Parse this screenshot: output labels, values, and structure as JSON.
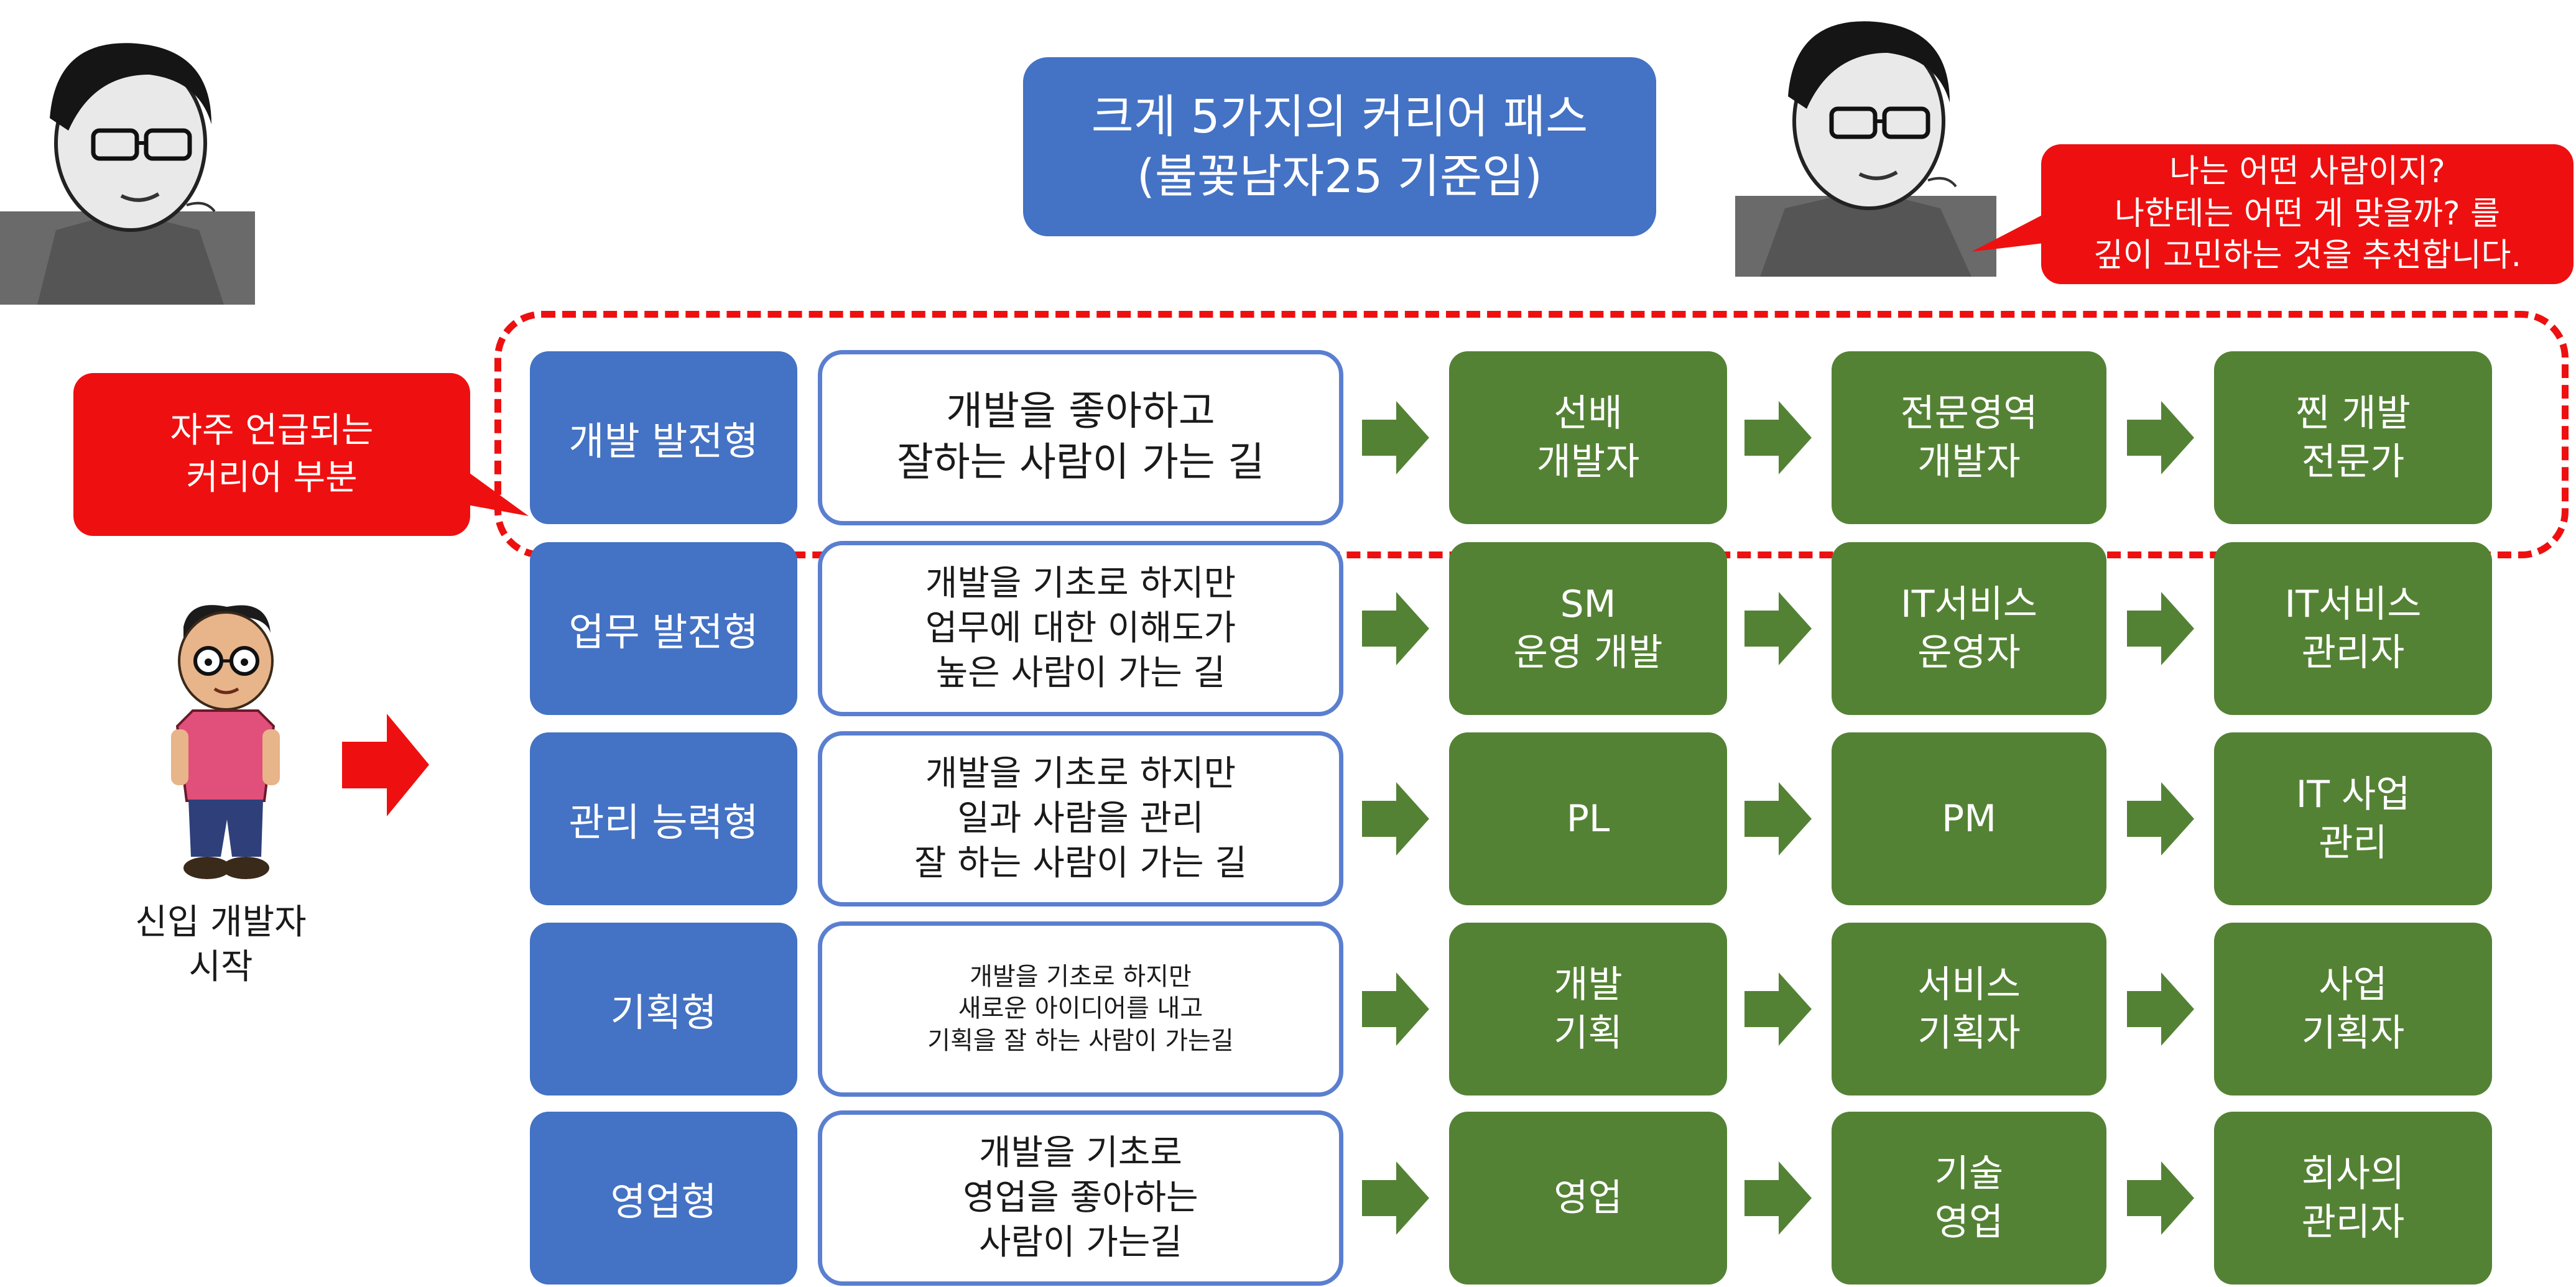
{
  "title": {
    "text": "크게 5가지의 커리어 패스\n(불꽃남자25 기준임)"
  },
  "callout_top": {
    "text": "나는 어떤 사람이지?\n나한테는 어떤 게 맞을까? 를\n깊이 고민하는 것을 추천합니다."
  },
  "callout_left": {
    "text": "자주 언급되는\n커리어 부분"
  },
  "start": {
    "text": "신입 개발자\n시작"
  },
  "colors": {
    "blue": "#4472c4",
    "green": "#548235",
    "red": "#ee1010"
  },
  "rows": [
    {
      "label": "개발 발전형",
      "desc": "개발을 좋아하고\n잘하는 사람이 가는 길",
      "stages": [
        "선배\n개발자",
        "전문영역\n개발자",
        "찐 개발\n전문가"
      ]
    },
    {
      "label": "업무 발전형",
      "desc": "개발을 기초로 하지만\n업무에 대한 이해도가\n높은 사람이 가는 길",
      "stages": [
        "SM\n운영 개발",
        "IT서비스\n운영자",
        "IT서비스\n관리자"
      ]
    },
    {
      "label": "관리 능력형",
      "desc": "개발을 기초로 하지만\n일과 사람을 관리\n잘 하는 사람이 가는 길",
      "stages": [
        "PL",
        "PM",
        "IT 사업\n관리"
      ]
    },
    {
      "label": "기획형",
      "desc": "개발을 기초로 하지만\n새로운 아이디어를 내고\n기획을 잘 하는 사람이 가는길",
      "stages": [
        "개발\n기획",
        "서비스\n기획자",
        "사업\n기획자"
      ]
    },
    {
      "label": "영업형",
      "desc": "개발을 기초로\n영업을 좋아하는\n사람이 가는길",
      "stages": [
        "영업",
        "기술\n영업",
        "회사의\n관리자"
      ]
    }
  ]
}
